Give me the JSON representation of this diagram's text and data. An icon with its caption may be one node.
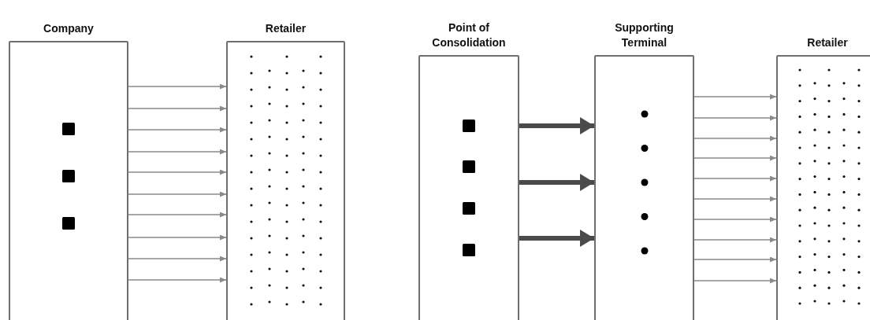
{
  "diagram": {
    "nodes": [
      {
        "text": [
          "Company"
        ]
      },
      {
        "text": [
          "Retailer"
        ]
      },
      {
        "text": [
          "Point of Consolidation"
        ]
      },
      {
        "text": [
          "Supporting Terminal"
        ]
      },
      {
        "text": [
          "Retailer"
        ]
      }
    ],
    "edges": [
      {
        "from": 0,
        "to": 1,
        "arrow": "to"
      },
      {
        "from": 0,
        "to": 1,
        "arrow": "to"
      },
      {
        "from": 0,
        "to": 1,
        "arrow": "to"
      },
      {
        "from": 0,
        "to": 1,
        "arrow": "to"
      },
      {
        "from": 0,
        "to": 1,
        "arrow": "to"
      },
      {
        "from": 0,
        "to": 1,
        "arrow": "to"
      },
      {
        "from": 0,
        "to": 1,
        "arrow": "to"
      },
      {
        "from": 0,
        "to": 1,
        "arrow": "to"
      },
      {
        "from": 0,
        "to": 1,
        "arrow": "to"
      },
      {
        "from": 0,
        "to": 1,
        "arrow": "to"
      },
      {
        "from": 2,
        "to": 3,
        "arrow": "to",
        "style": "thick",
        "color": "#4a4a4a"
      },
      {
        "from": 2,
        "to": 3,
        "arrow": "to",
        "style": "thick",
        "color": "#4a4a4a"
      },
      {
        "from": 2,
        "to": 3,
        "arrow": "to",
        "style": "thick",
        "color": "#4a4a4a"
      },
      {
        "from": 3,
        "to": 4,
        "arrow": "to"
      },
      {
        "from": 3,
        "to": 4,
        "arrow": "to"
      },
      {
        "from": 3,
        "to": 4,
        "arrow": "to"
      },
      {
        "from": 3,
        "to": 4,
        "arrow": "to"
      },
      {
        "from": 3,
        "to": 4,
        "arrow": "to"
      },
      {
        "from": 3,
        "to": 4,
        "arrow": "to"
      },
      {
        "from": 3,
        "to": 4,
        "arrow": "to"
      },
      {
        "from": 3,
        "to": 4,
        "arrow": "to"
      },
      {
        "from": 3,
        "to": 4,
        "arrow": "to"
      },
      {
        "from": 3,
        "to": 4,
        "arrow": "to"
      }
    ]
  }
}
